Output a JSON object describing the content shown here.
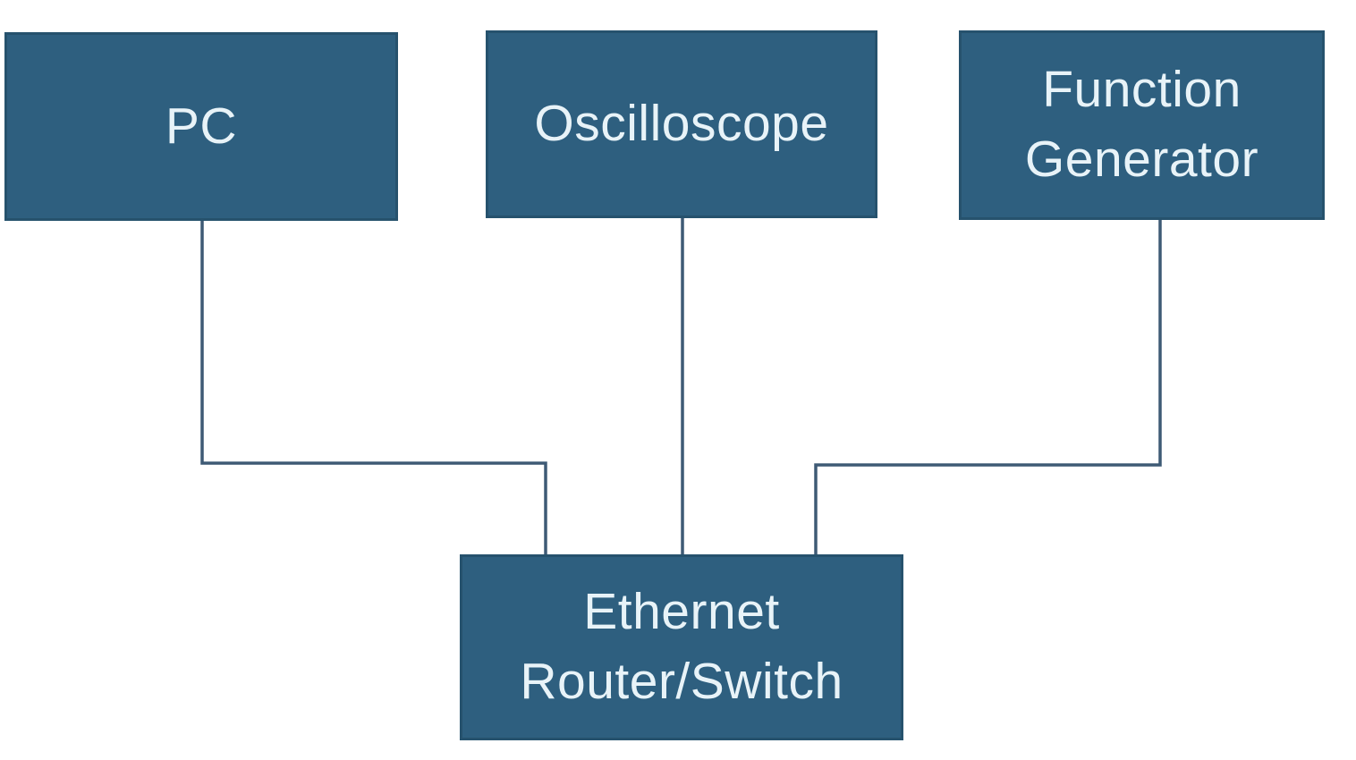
{
  "diagram": {
    "type": "network-topology",
    "nodes": [
      {
        "id": "pc",
        "label": "PC"
      },
      {
        "id": "oscilloscope",
        "label": "Oscilloscope"
      },
      {
        "id": "function-generator",
        "label": "Function Generator"
      },
      {
        "id": "ethernet-router-switch",
        "label": "Ethernet Router/Switch"
      }
    ],
    "edges": [
      {
        "from": "pc",
        "to": "ethernet-router-switch"
      },
      {
        "from": "oscilloscope",
        "to": "ethernet-router-switch"
      },
      {
        "from": "function-generator",
        "to": "ethernet-router-switch"
      }
    ]
  },
  "colors": {
    "background": "#ffffff",
    "node_fill": "#2e5f7f",
    "node_border": "#26526d",
    "node_text": "#e8f3f8",
    "connector": "#3e5a75"
  }
}
